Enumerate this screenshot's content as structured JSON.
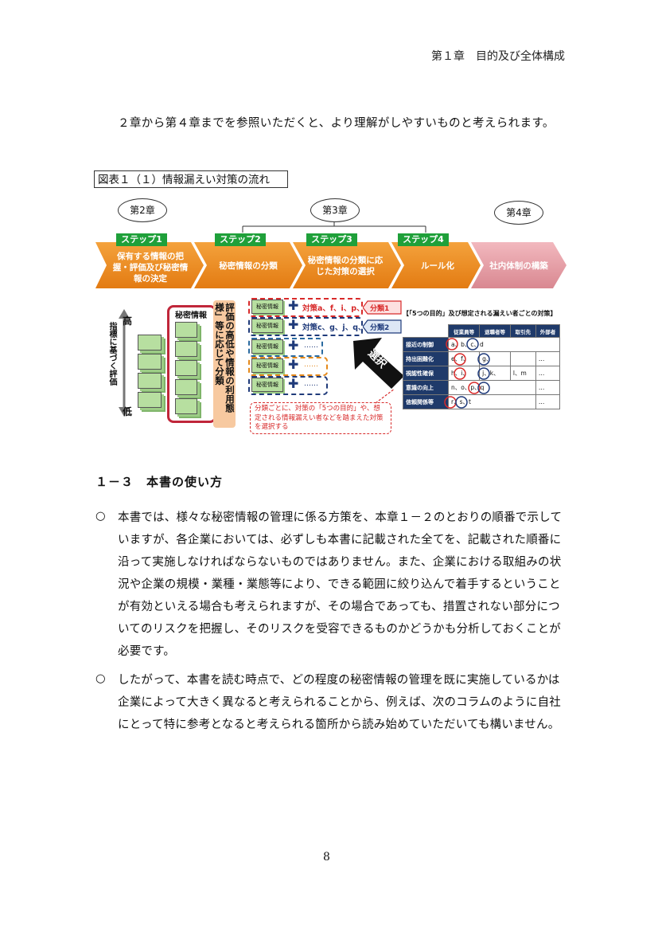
{
  "header": {
    "chapter_title": "第１章　目的及び全体構成"
  },
  "intro": "２章から第４章までを参照いただくと、より理解がしやすいものと考えられます。",
  "figure": {
    "caption": "図表１（１）情報漏えい対策の流れ",
    "chapters": [
      "第2章",
      "第3章",
      "第4章"
    ],
    "steps": [
      {
        "label": "ステップ1",
        "text": "保有する情報の把握・評価及び秘密情報の決定"
      },
      {
        "label": "ステップ2",
        "text": "秘密情報の分類"
      },
      {
        "label": "ステップ3",
        "text": "秘密情報の分類に応じた対策の選択"
      },
      {
        "label": "ステップ4",
        "text": "ルール化"
      }
    ],
    "final_step": "社内体制の構築",
    "axis": {
      "high": "高",
      "low": "低",
      "label": "指標に基づく評価"
    },
    "secret_info_label": "秘密情報",
    "classify_text": "評価の高低や情報の利用態様」等に応じて分類",
    "doc_label": "秘密情報",
    "measures": [
      "対策a、f、i、p、r",
      "対策c、g、j、q、s",
      "……",
      "……",
      "……"
    ],
    "classes": [
      "分類1",
      "分類2"
    ],
    "select_label": "選択",
    "note": "分類ごとに、対策の「5つの目的」や、想定される情報漏えい者などを踏まえた対策を選択する",
    "table": {
      "title": "【「5つの目的」及び想定される漏えい者ごとの対策】",
      "columns": [
        "従業員等",
        "退職者等",
        "取引先",
        "外部者"
      ],
      "rows": [
        {
          "head": "接近の制御",
          "cells": [
            "a、b、c、d",
            "",
            "",
            ""
          ]
        },
        {
          "head": "持出困難化",
          "cells": [
            "e、f、",
            "g、",
            "",
            "…"
          ]
        },
        {
          "head": "視認性確保",
          "cells": [
            "h、i、",
            "j、k、",
            "l、m",
            "…"
          ]
        },
        {
          "head": "意識の向上",
          "cells": [
            "n、o、p、q",
            "",
            "",
            "…"
          ]
        },
        {
          "head": "信頼関係等",
          "cells": [
            "r、s、t",
            "",
            "",
            "…"
          ]
        }
      ]
    }
  },
  "section_title": "１－３　本書の使い方",
  "bullet_symbol": "○",
  "paragraphs": [
    "本書では、様々な秘密情報の管理に係る方策を、本章１－２のとおりの順番で示していますが、各企業においては、必ずしも本書に記載された全てを、記載された順番に沿って実施しなければならないものではありません。また、企業における取組みの状況や企業の規模・業種・業態等により、できる範囲に絞り込んで着手するということが有効といえる場合も考えられますが、その場合であっても、措置されない部分についてのリスクを把握し、そのリスクを受容できるものかどうかも分析しておくことが必要です。",
    "したがって、本書を読む時点で、どの程度の秘密情報の管理を既に実施しているかは企業によって大きく異なると考えられることから、例えば、次のコラムのように自社にとって特に参考となると考えられる箇所から読み始めていただいても構いません。"
  ],
  "page_number": "8"
}
